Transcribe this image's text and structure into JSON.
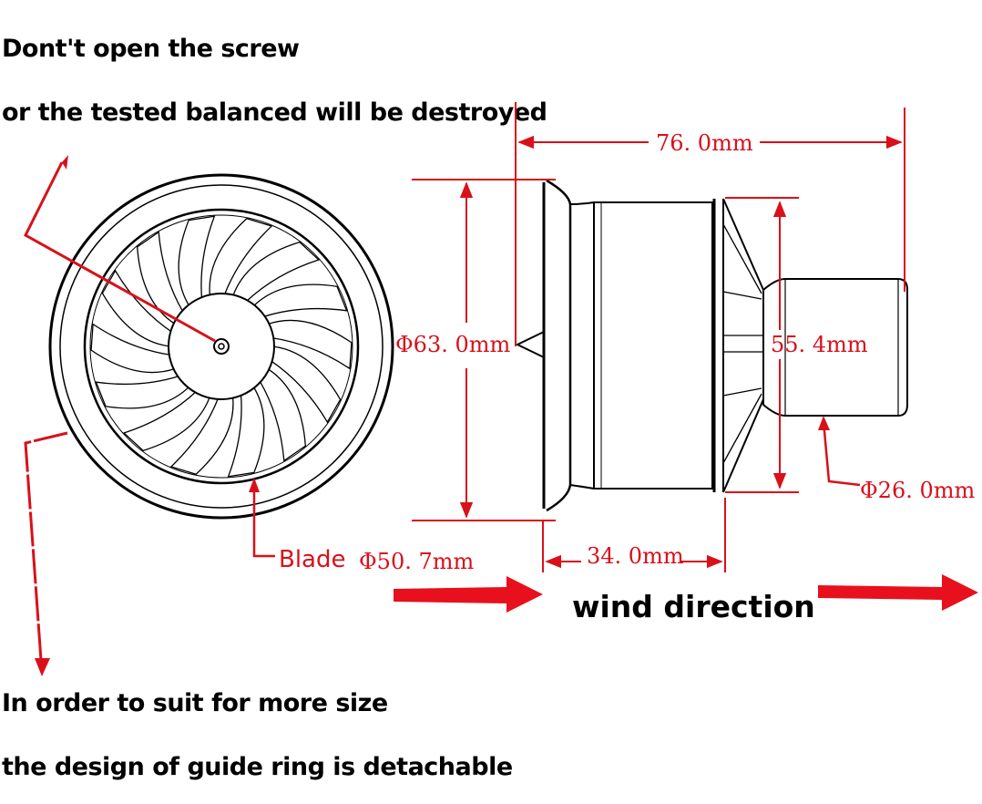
{
  "notes": {
    "screw_line1": "Dont't open the screw",
    "screw_line2": "or the tested balanced will be destroyed",
    "ring_line1": "In order to suit for more size",
    "ring_line2": "the design of guide ring is detachable"
  },
  "dimensions": {
    "overall_length": "76. 0mm",
    "outer_diameter": "Φ63. 0mm",
    "inner_diameter": "55. 4mm",
    "motor_diameter": "Φ26. 0mm",
    "blade_word": "Blade",
    "blade_diameter": "Φ50. 7mm",
    "body_length": "34. 0mm"
  },
  "wind": {
    "label": "wind direction"
  },
  "colors": {
    "accent": "#d9101a",
    "line": "#000000"
  },
  "icons": [
    "fan-blade-icon",
    "arrow-right-icon"
  ]
}
